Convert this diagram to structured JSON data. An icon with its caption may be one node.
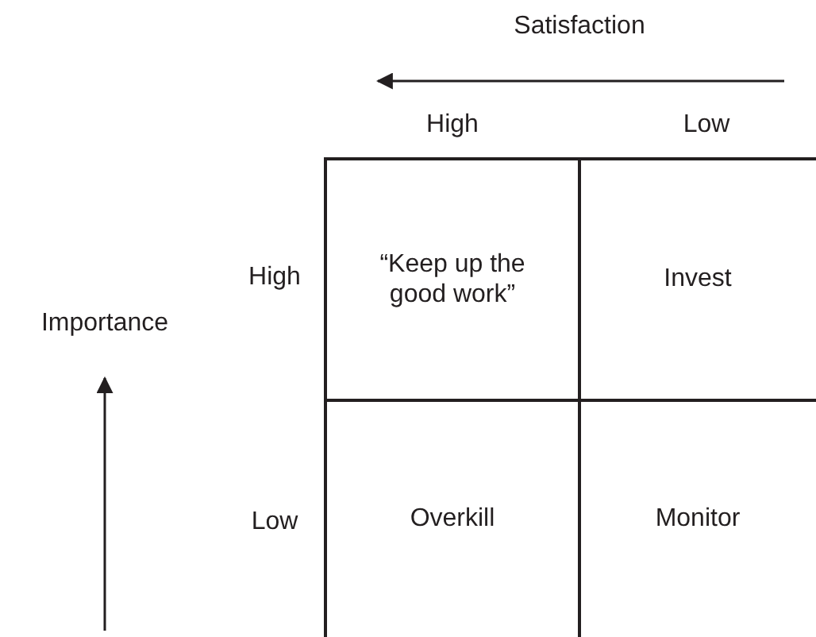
{
  "diagram": {
    "nodes": [
      {
        "text": [
          "“Keep up the good work”"
        ]
      },
      {
        "text": [
          "Invest"
        ]
      },
      {
        "text": [
          "Overkill"
        ]
      },
      {
        "text": [
          "Monitor"
        ]
      }
    ],
    "labels": [
      "Satisfaction",
      "High",
      "Low",
      "High",
      "Importance",
      "Low"
    ]
  }
}
